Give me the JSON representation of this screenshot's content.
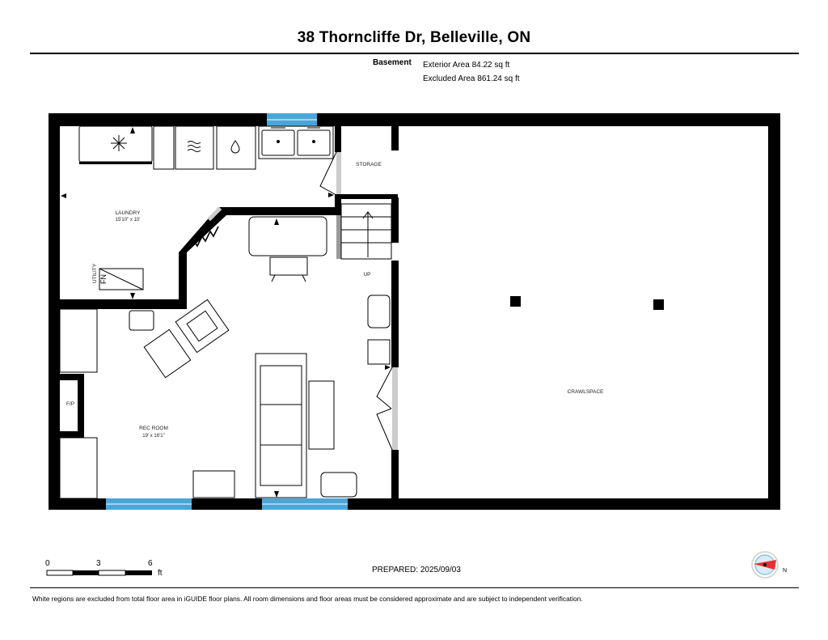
{
  "header": {
    "title": "38 Thorncliffe Dr, Belleville, ON"
  },
  "summary": {
    "floor": "Basement",
    "exterior_area": "Exterior Area 84.22 sq ft",
    "excluded_area": "Excluded Area 861.24 sq ft"
  },
  "rooms": {
    "laundry": {
      "name": "LAUNDRY",
      "dims": "15'10\" x 10'"
    },
    "rec_room": {
      "name": "REC ROOM",
      "dims": "19' x 16'1\""
    },
    "storage": {
      "name": "STORAGE"
    },
    "crawlspace": {
      "name": "CRAWLSPACE"
    },
    "utility": {
      "name": "UTILITY"
    },
    "fireplace": {
      "name": "F/P"
    },
    "stairs": {
      "name": "UP"
    },
    "furnace": {
      "name": "FN"
    }
  },
  "scale": {
    "labels": [
      "0",
      "3",
      "6"
    ],
    "unit": "ft"
  },
  "compass": {
    "label": "N",
    "accent_color": "#e8312d",
    "ring_color": "#8fc6e8"
  },
  "footer": {
    "prepared": "PREPARED: 2025/09/03",
    "disclaimer": "White regions are excluded from total floor area in iGUIDE floor plans. All room dimensions and floor areas must be considered approximate and are subject to independent verification."
  },
  "colors": {
    "wall": "#000000",
    "window": "#4aa6d8",
    "door_jamb": "#cccccc"
  }
}
